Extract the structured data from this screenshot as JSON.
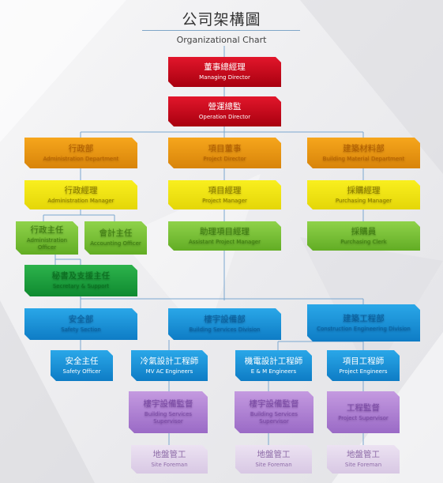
{
  "header": {
    "title": "公司架構圖",
    "subtitle": "Organizational Chart"
  },
  "nodes": {
    "md": {
      "zh": "董事總經理",
      "en": "Managing Director"
    },
    "od": {
      "zh": "營運總監",
      "en": "Operation Director"
    },
    "admin": {
      "zh": "行政部",
      "en": "Administration Department"
    },
    "projdir": {
      "zh": "項目董事",
      "en": "Project Director"
    },
    "bmat": {
      "zh": "建築材料部",
      "en": "Building Material Department"
    },
    "adminmgr": {
      "zh": "行政經理",
      "en": "Administration Manager"
    },
    "projmgr": {
      "zh": "項目經理",
      "en": "Project Manager"
    },
    "purmgr": {
      "zh": "採購經理",
      "en": "Purchasing Manager"
    },
    "adminsup": {
      "zh": "行政主任",
      "en": "Administration Officer"
    },
    "acctsup": {
      "zh": "會計主任",
      "en": "Accounting Officer"
    },
    "asstpm": {
      "zh": "助理項目經理",
      "en": "Assistant Project Manager"
    },
    "purclerk": {
      "zh": "採購員",
      "en": "Purchasing Clerk"
    },
    "itsupport": {
      "zh": "秘書及支援主任",
      "en": "Secretary & Support"
    },
    "safety": {
      "zh": "安全部",
      "en": "Safety Section"
    },
    "bsdiv": {
      "zh": "樓宇設備部",
      "en": "Building Services Division"
    },
    "ced": {
      "zh": "建築工程部",
      "en": "Construction Engineering Division"
    },
    "safetyoff": {
      "zh": "安全主任",
      "en": "Safety Officer"
    },
    "mvac": {
      "zh": "冷氣設計工程師",
      "en": "MV AC Engineers"
    },
    "em": {
      "zh": "機電設計工程師",
      "en": "E & M Engineers"
    },
    "projeng": {
      "zh": "項目工程師",
      "en": "Project Engineers"
    },
    "bssup1": {
      "zh": "樓宇設備監督",
      "en": "Building Services Supervisor"
    },
    "bssup2": {
      "zh": "樓宇設備監督",
      "en": "Building Services Supervisor"
    },
    "projsup": {
      "zh": "工程監督",
      "en": "Project Supervisor"
    },
    "fore1": {
      "zh": "地盤管工",
      "en": "Site Foreman"
    },
    "fore2": {
      "zh": "地盤管工",
      "en": "Site Foreman"
    },
    "fore3": {
      "zh": "地盤管工",
      "en": "Site Foreman"
    }
  }
}
